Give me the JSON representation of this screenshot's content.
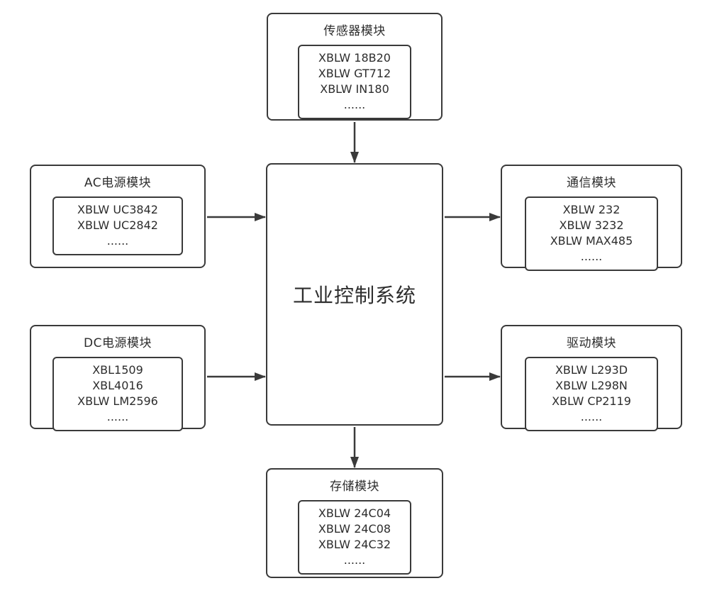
{
  "center": {
    "label": "工业控制系统"
  },
  "modules": {
    "sensor": {
      "title": "传感器模块",
      "items": [
        "XBLW 18B20",
        "XBLW GT712",
        "XBLW IN180",
        "......"
      ]
    },
    "ac_power": {
      "title": "AC电源模块",
      "items": [
        "XBLW UC3842",
        "XBLW UC2842",
        "......"
      ]
    },
    "dc_power": {
      "title": "DC电源模块",
      "items": [
        "XBL1509",
        "XBL4016",
        "XBLW LM2596",
        "......"
      ]
    },
    "communication": {
      "title": "通信模块",
      "items": [
        "XBLW 232",
        "XBLW 3232",
        "XBLW MAX485",
        "......"
      ]
    },
    "driver": {
      "title": "驱动模块",
      "items": [
        "XBLW L293D",
        "XBLW L298N",
        "XBLW CP2119",
        "......"
      ]
    },
    "storage": {
      "title": "存储模块",
      "items": [
        "XBLW 24C04",
        "XBLW 24C08",
        "XBLW 24C32",
        "......"
      ]
    }
  },
  "connections": [
    {
      "from": "sensor",
      "to": "center"
    },
    {
      "from": "ac_power",
      "to": "center"
    },
    {
      "from": "dc_power",
      "to": "center"
    },
    {
      "from": "center",
      "to": "communication"
    },
    {
      "from": "center",
      "to": "driver"
    },
    {
      "from": "center",
      "to": "storage"
    }
  ],
  "colors": {
    "line": "#3a3a3a",
    "text": "#2d2d2d",
    "background": "#ffffff"
  }
}
